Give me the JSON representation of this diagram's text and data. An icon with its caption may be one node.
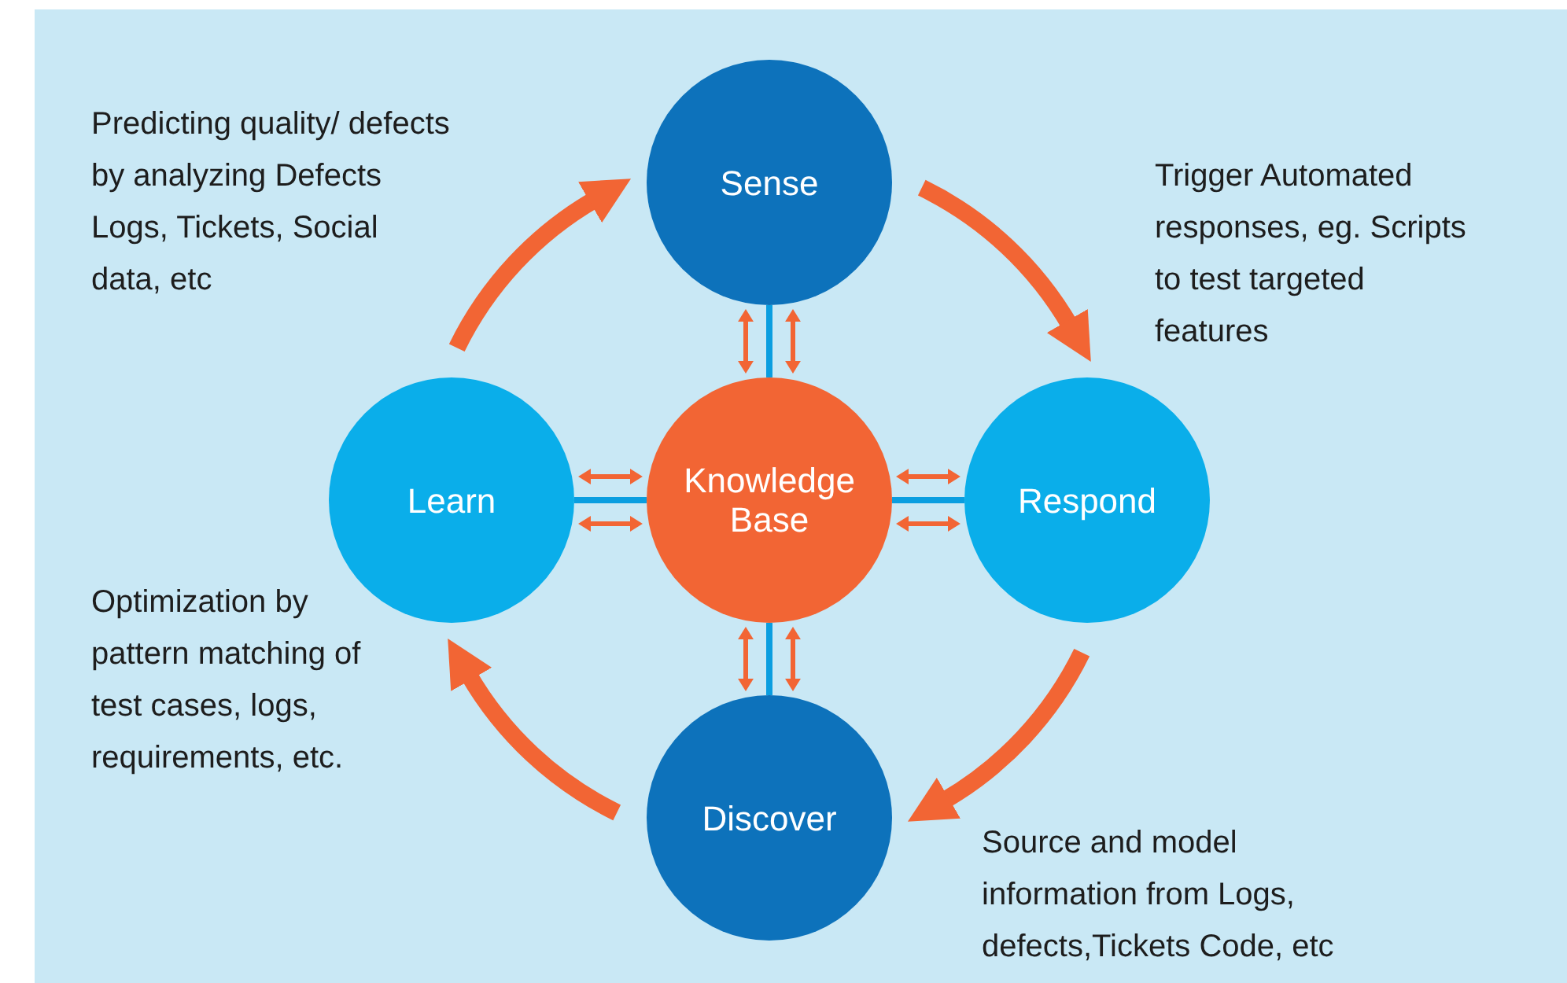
{
  "diagram": {
    "nodes": [
      {
        "text": [
          "Sense"
        ]
      },
      {
        "text": [
          "Learn"
        ]
      },
      {
        "text": [
          "Knowledge Base"
        ]
      },
      {
        "text": [
          "Respond"
        ]
      },
      {
        "text": [
          "Discover"
        ]
      }
    ],
    "edges": [
      {
        "from": 1,
        "to": 0,
        "arrow": "to",
        "style": "thick",
        "color": "#f26534"
      },
      {
        "from": 0,
        "to": 3,
        "arrow": "to",
        "style": "thick",
        "color": "#f26534"
      },
      {
        "from": 3,
        "to": 4,
        "arrow": "to",
        "style": "thick",
        "color": "#f26534"
      },
      {
        "from": 4,
        "to": 1,
        "arrow": "to",
        "style": "thick",
        "color": "#f26534"
      },
      {
        "from": 2,
        "to": 0,
        "arrow": "none",
        "color": "#0a9ee0"
      },
      {
        "from": 2,
        "to": 1,
        "arrow": "none",
        "color": "#0a9ee0"
      },
      {
        "from": 2,
        "to": 3,
        "arrow": "none",
        "color": "#0a9ee0"
      },
      {
        "from": 2,
        "to": 4,
        "arrow": "none",
        "color": "#0a9ee0"
      },
      {
        "from": 2,
        "to": 0,
        "arrow": "both",
        "color": "#f26534"
      },
      {
        "from": 2,
        "to": 0,
        "arrow": "both",
        "color": "#f26534"
      },
      {
        "from": 2,
        "to": 1,
        "arrow": "both",
        "color": "#f26534"
      },
      {
        "from": 2,
        "to": 1,
        "arrow": "both",
        "color": "#f26534"
      },
      {
        "from": 2,
        "to": 3,
        "arrow": "both",
        "color": "#f26534"
      },
      {
        "from": 2,
        "to": 3,
        "arrow": "both",
        "color": "#f26534"
      },
      {
        "from": 2,
        "to": 4,
        "arrow": "both",
        "color": "#f26534"
      },
      {
        "from": 2,
        "to": 4,
        "arrow": "both",
        "color": "#f26534"
      }
    ],
    "labels": [
      "Predicting quality/ defects by analyzing Defects Logs, Tickets, Social data, etc",
      "Trigger Automated responses, eg. Scripts to test targeted features",
      "Optimization by pattern matching of test cases, logs, requirements, etc.",
      "Source and model information from Logs, defects,Tickets Code, etc"
    ]
  }
}
